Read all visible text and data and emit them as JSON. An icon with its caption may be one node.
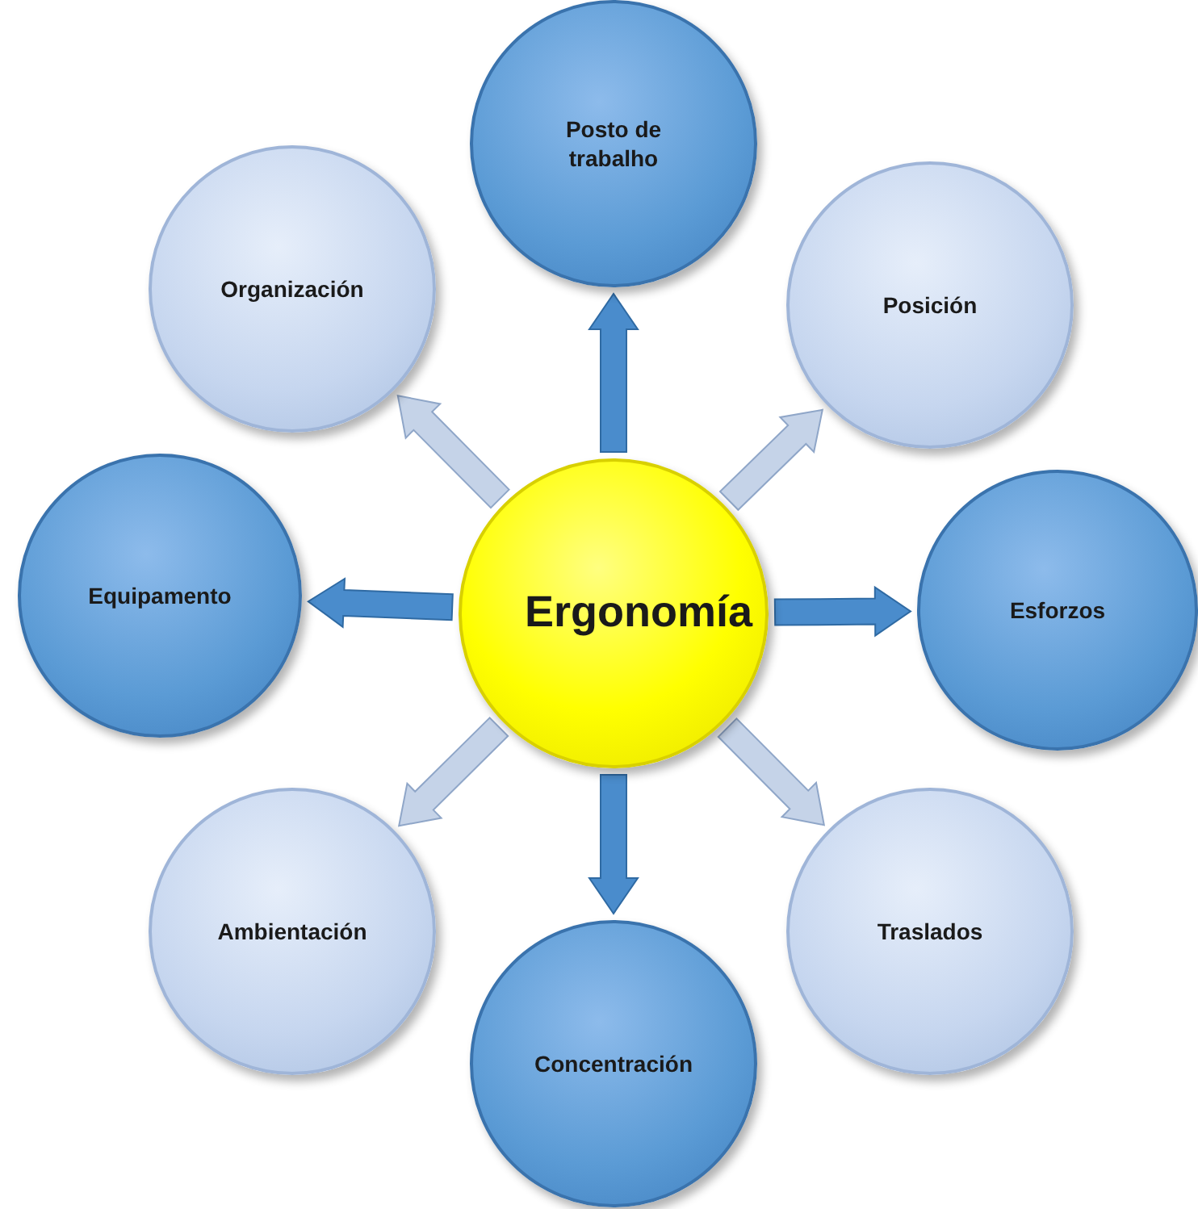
{
  "diagram": {
    "nodes": [
      {
        "text": [
          "Ergonomía"
        ]
      },
      {
        "text": [
          "Posto de trabalho"
        ]
      },
      {
        "text": [
          "Posición"
        ]
      },
      {
        "text": [
          "Esforzos"
        ]
      },
      {
        "text": [
          "Traslados"
        ]
      },
      {
        "text": [
          "Concentración"
        ]
      },
      {
        "text": [
          "Ambientación"
        ]
      },
      {
        "text": [
          "Equipamento"
        ]
      },
      {
        "text": [
          "Organización"
        ]
      }
    ],
    "edges": [
      {
        "from": 0,
        "to": 1,
        "arrow": "to"
      },
      {
        "from": 0,
        "to": 2,
        "arrow": "to",
        "color": "#c5d3e8"
      },
      {
        "from": 0,
        "to": 3,
        "arrow": "to"
      },
      {
        "from": 0,
        "to": 4,
        "arrow": "to",
        "color": "#c5d3e8"
      },
      {
        "from": 0,
        "to": 5,
        "arrow": "to"
      },
      {
        "from": 0,
        "to": 6,
        "arrow": "to",
        "color": "#c5d3e8"
      },
      {
        "from": 0,
        "to": 7,
        "arrow": "to"
      },
      {
        "from": 0,
        "to": 8,
        "arrow": "to",
        "color": "#c5d3e8"
      }
    ]
  }
}
